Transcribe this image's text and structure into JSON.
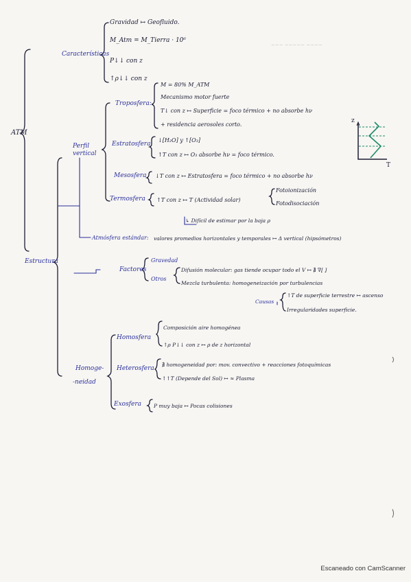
{
  "root": "ATM",
  "sections": {
    "caracteristicas": {
      "label": "Características",
      "items": [
        "Gravidad ↦ Geofluido.",
        "M_Atm = M_Tierra · 10⁶",
        "P↓↓ con z",
        "↑ρ↓↓ con z"
      ]
    },
    "estructura": {
      "label": "Estructura",
      "perfil_vertical": {
        "label": "Perfil vertical",
        "troposfera": {
          "label": "Troposfera:",
          "items": [
            "M = 80% M_ATM",
            "Mecanismo motor fuerte",
            "T↓ con z ↦ Superficie = foco térmico + no absorbe hν",
            "+ residencia aerosoles corto."
          ]
        },
        "estratosfera": {
          "label": "Estratosfera",
          "items": [
            "↓[H₂O] y ↑[O₃]",
            "↑T con z ↦ O₃ absorbe hν = foco térmico."
          ]
        },
        "mesosfera": {
          "label": "Mesosfera",
          "text": "↓T con z ↦ Estratosfera = foco térmico + no absorbe hν"
        },
        "termosfera": {
          "label": "Termosfera",
          "text": "↑T con z ↦ T (Actividad solar)",
          "sub": [
            "Fotoionización",
            "Fotodisociación"
          ],
          "note": "↳ Difícil de estimar por la baja ρ"
        }
      },
      "atmosfera_estandar": {
        "label": "Atmósfera estándar:",
        "text": "valores promedios horizontales y temporales ↦ Δ vertical (hipsómetros)"
      },
      "homogeneidad": {
        "label": "Homoge-neidad",
        "label_lines": [
          "Homoge-",
          "-neidad"
        ],
        "factores": {
          "label": "Factores",
          "items": [
            "Gravedad",
            "Otros"
          ],
          "otros": [
            "Difusión molecular: gas tiende ocupar todo el V ↦ ∄ ∇[ ]",
            "Mezcla turbulenta: homogeneización por turbulencias"
          ],
          "causas_label": "Causas",
          "causas": [
            "↑T de superficie terrestre ↦ ascenso",
            "Irregularidades superficie."
          ]
        },
        "homosfera": {
          "label": "Homosfera",
          "items": [
            "Composición aire homogénea",
            "↑ρ P↓↓ con z ↦ ρ de z horizontal"
          ]
        },
        "heterosfera": {
          "label": "Heterosfera",
          "items": [
            "∄ homogeneidad por: mov. convectivo + reacciones fotoquímicas",
            "↑↑T (Depende del Sol) ↦ ≈ Plasma"
          ]
        },
        "exosfera": {
          "label": "Exosfera",
          "text": "P muy baja ↦ Pocas colisiones"
        }
      }
    }
  },
  "figure": {
    "axis_z": "z",
    "axis_t": "T"
  },
  "footer": "Escaneado con CamScanner",
  "colors": {
    "ink": "#1b1b33",
    "heading": "#2a2f9a",
    "figure": "#1e8a6a",
    "paper": "#f7f6f3"
  }
}
